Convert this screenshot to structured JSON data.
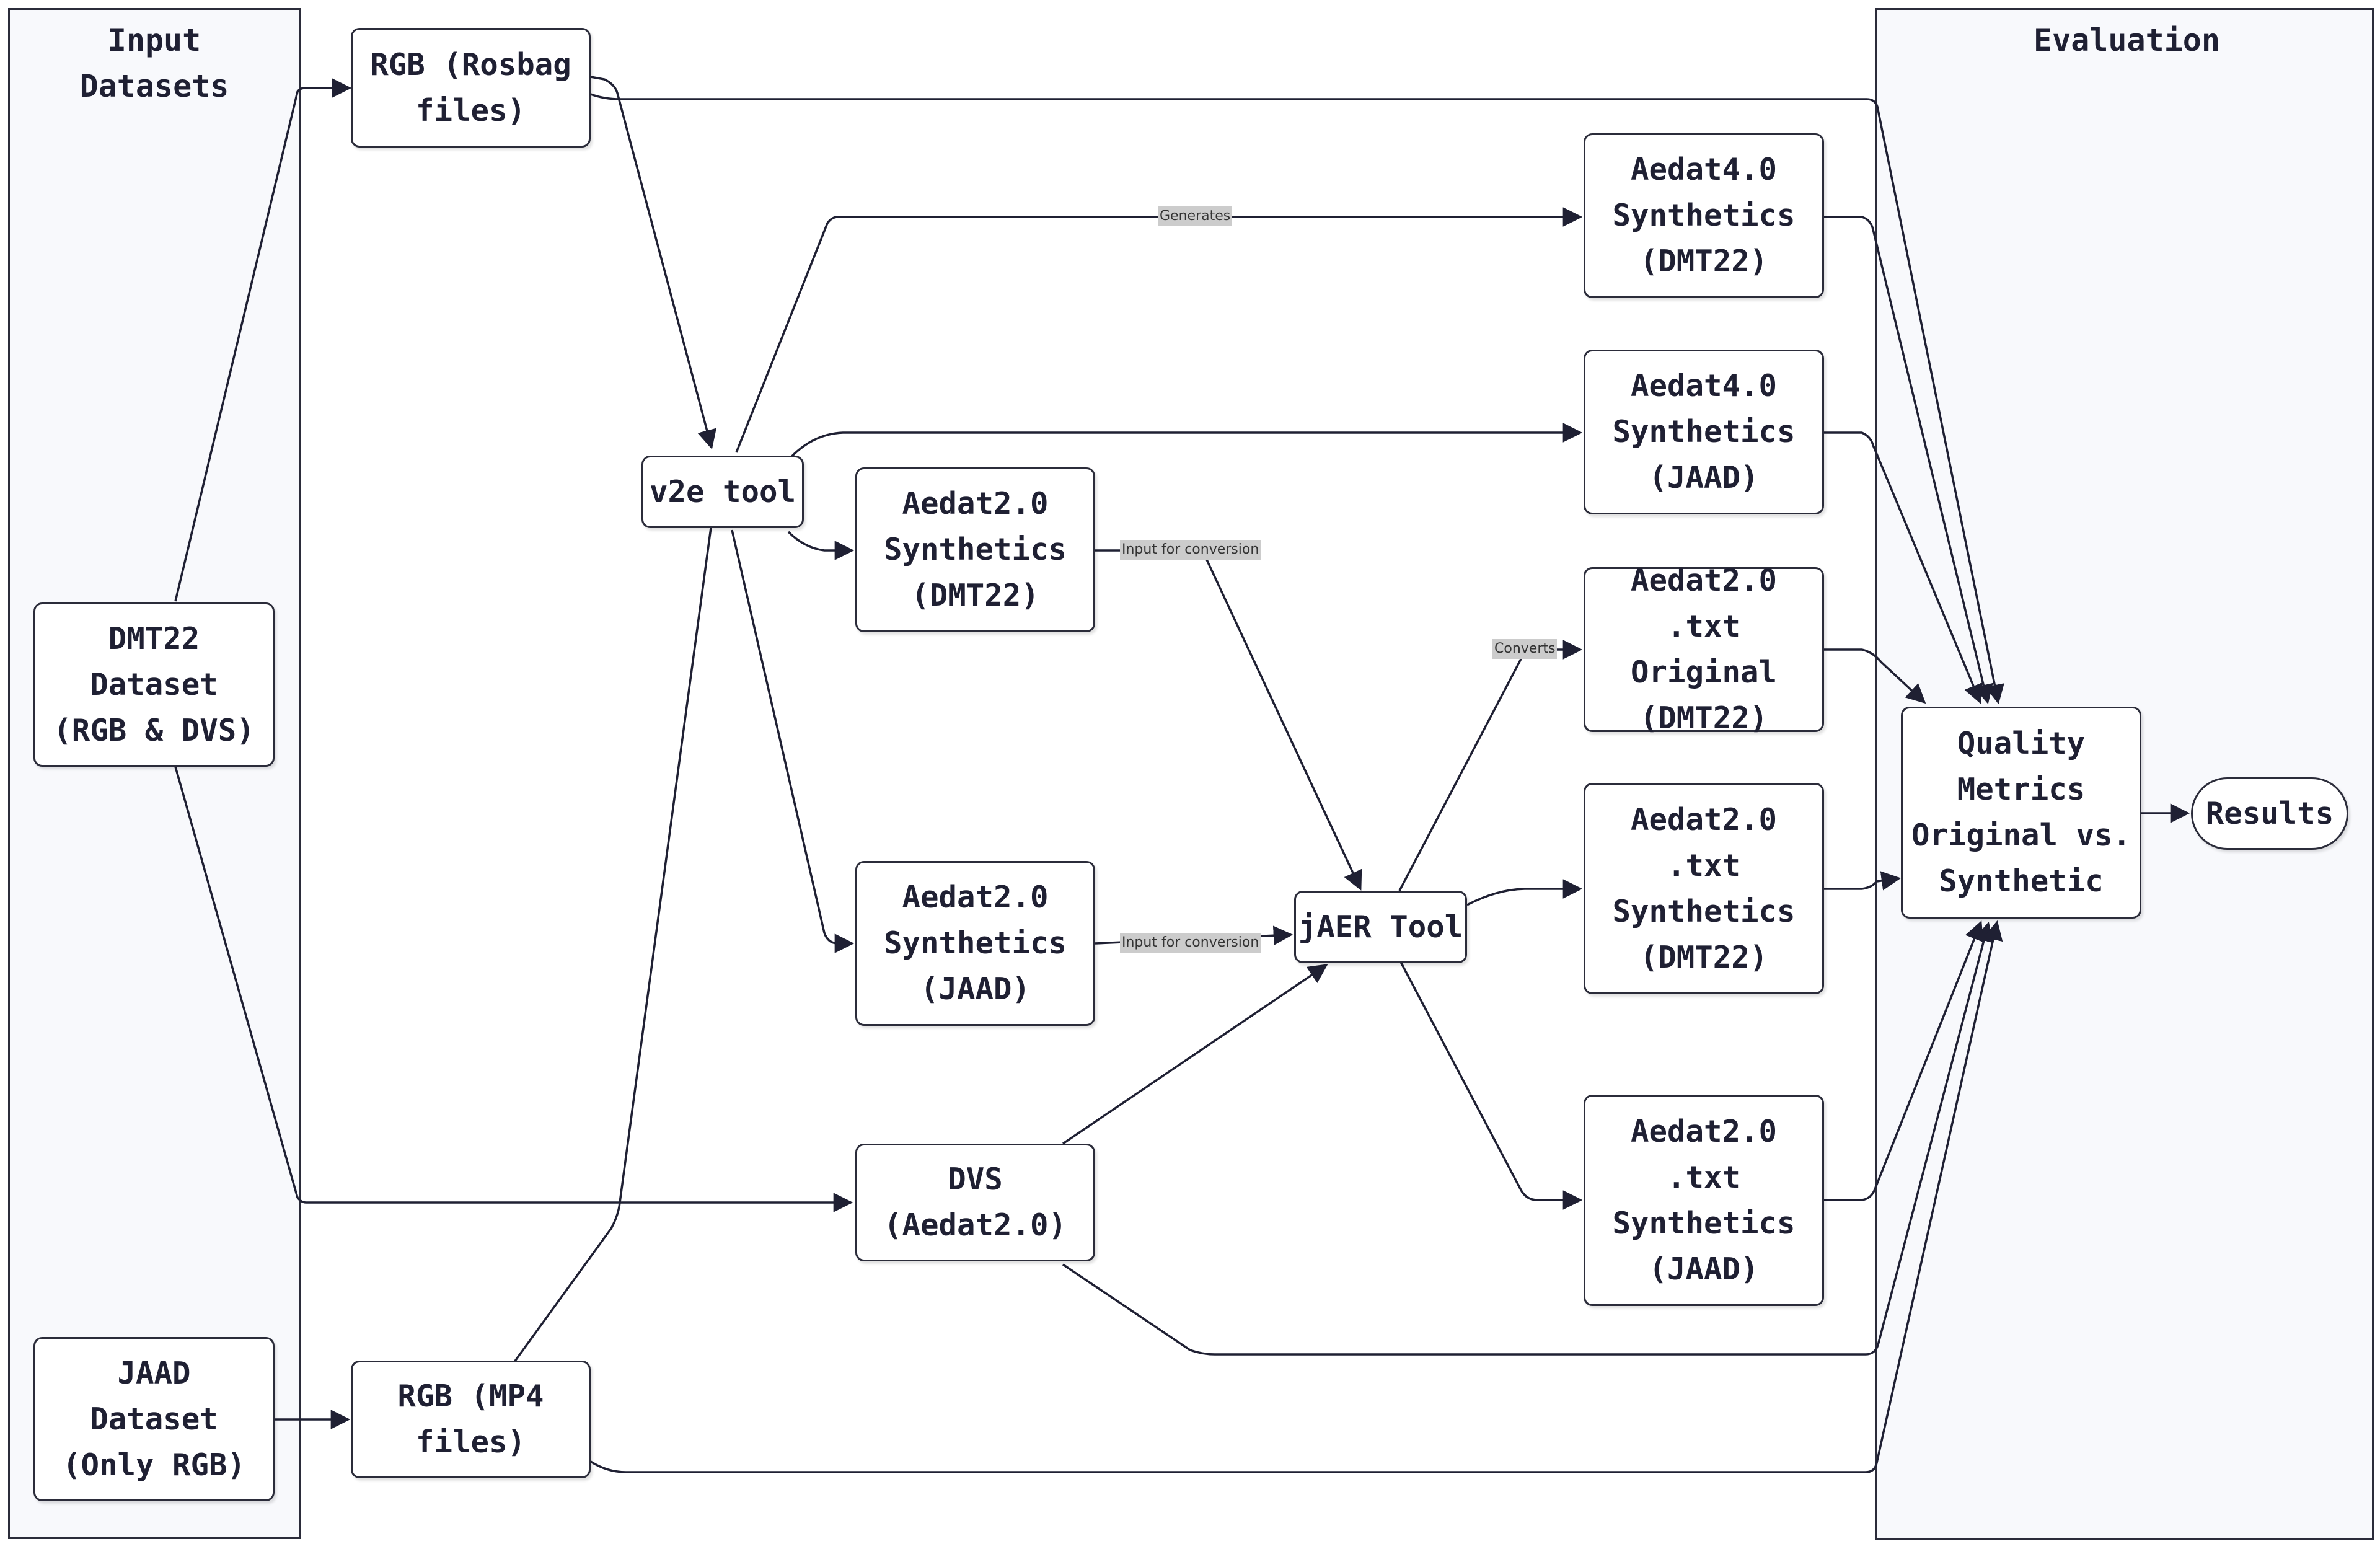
{
  "groups": {
    "input": {
      "title": "Input\nDatasets"
    },
    "evaluation": {
      "title": "Evaluation"
    }
  },
  "nodes": {
    "rgb_rosbag": "RGB (Rosbag\nfiles)",
    "dmt22_dataset": "DMT22\nDataset\n(RGB & DVS)",
    "jaad_dataset": "JAAD\nDataset\n(Only RGB)",
    "rgb_mp4": "RGB (MP4\nfiles)",
    "v2e_tool": "v2e tool",
    "aedat2_synth_dmt22": "Aedat2.0\nSynthetics\n(DMT22)",
    "aedat2_synth_jaad": "Aedat2.0\nSynthetics\n(JAAD)",
    "dvs_aedat2": "DVS\n(Aedat2.0)",
    "jaer_tool": "jAER Tool",
    "aedat4_synth_dmt22": "Aedat4.0\nSynthetics\n(DMT22)",
    "aedat4_synth_jaad": "Aedat4.0\nSynthetics\n(JAAD)",
    "aedat2_txt_original_dmt22": "Aedat2.0\n.txt Original\n(DMT22)",
    "aedat2_txt_synth_dmt22": "Aedat2.0\n.txt\nSynthetics\n(DMT22)",
    "aedat2_txt_synth_jaad": "Aedat2.0\n.txt\nSynthetics\n(JAAD)",
    "quality_metrics": "Quality\nMetrics\nOriginal vs.\nSynthetic",
    "results": "Results"
  },
  "edge_labels": {
    "generates": "Generates",
    "input_for_conversion_dmt22": "Input for conversion",
    "input_for_conversion_jaad": "Input for conversion",
    "converts": "Converts"
  },
  "colors": {
    "stroke": "#1f2033",
    "group_fill": "#f8f9fc",
    "edge_label_bg": "#cccccc"
  }
}
